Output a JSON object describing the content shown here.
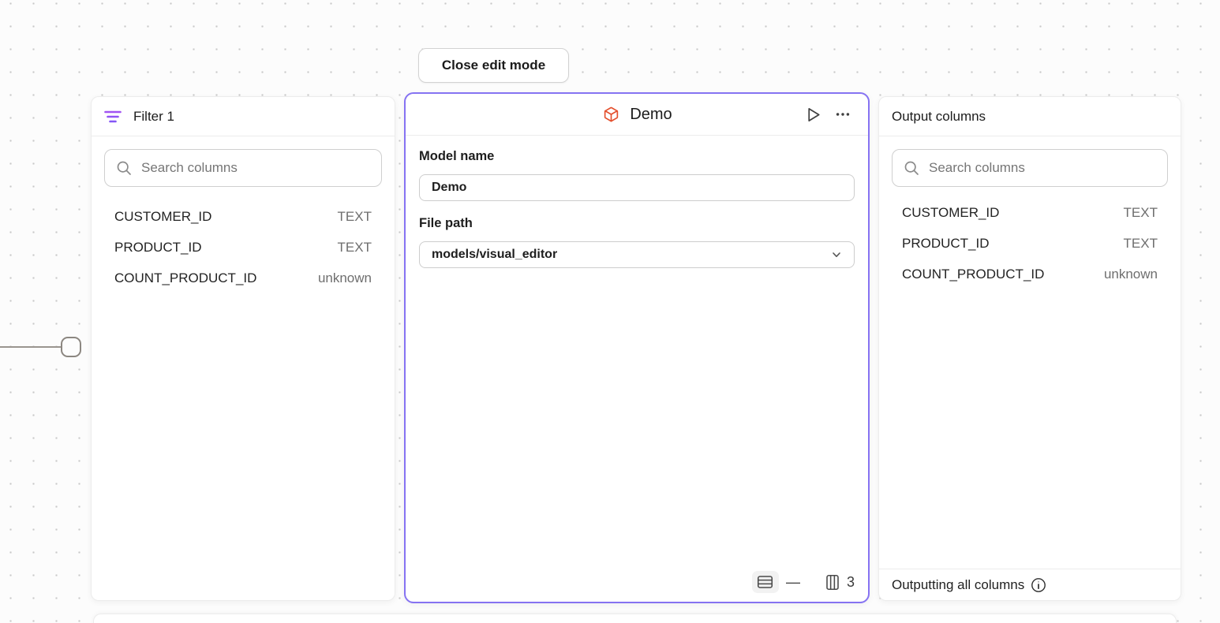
{
  "canvas": {
    "close_edit_mode_label": "Close edit mode"
  },
  "filter_panel": {
    "title": "Filter 1",
    "search_placeholder": "Search columns",
    "columns": [
      {
        "name": "CUSTOMER_ID",
        "type": "TEXT"
      },
      {
        "name": "PRODUCT_ID",
        "type": "TEXT"
      },
      {
        "name": "COUNT_PRODUCT_ID",
        "type": "unknown"
      }
    ]
  },
  "model_panel": {
    "title": "Demo",
    "model_name_label": "Model name",
    "model_name_value": "Demo",
    "file_path_label": "File path",
    "file_path_value": "models/visual_editor",
    "row_count": "—",
    "column_count": "3"
  },
  "output_panel": {
    "title": "Output columns",
    "search_placeholder": "Search columns",
    "columns": [
      {
        "name": "CUSTOMER_ID",
        "type": "TEXT"
      },
      {
        "name": "PRODUCT_ID",
        "type": "TEXT"
      },
      {
        "name": "COUNT_PRODUCT_ID",
        "type": "unknown"
      }
    ],
    "footer_text": "Outputting all columns"
  },
  "icons": {
    "filter_icon": "filter-lines",
    "model_icon": "cube",
    "run_icon": "play",
    "menu_icon": "ellipsis",
    "rows_icon": "table-rows",
    "columns_icon": "table-columns",
    "info_icon": "info-circle",
    "search_icon": "magnifier",
    "chevron_icon": "chevron-down"
  },
  "colors": {
    "selected_node_border": "#8673f2",
    "filter_icon_purple": "#8b5cf6",
    "cube_icon_red": "#e4502e",
    "canvas_dot": "#c9c9c9",
    "panel_background": "#ffffff"
  }
}
